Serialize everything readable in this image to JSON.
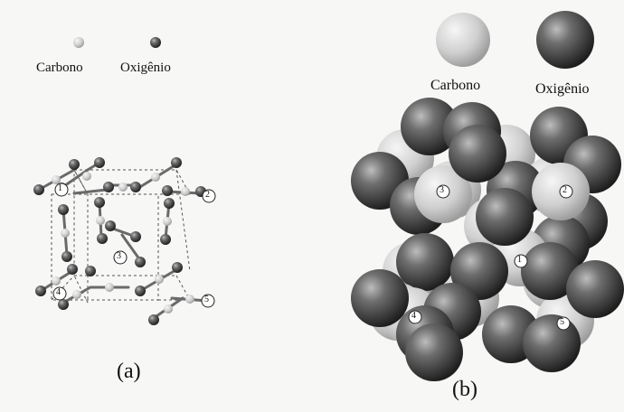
{
  "panel_a": {
    "legend": {
      "carbon": "Carbono",
      "oxygen": "Oxigênio"
    },
    "markers": [
      "1",
      "2",
      "3",
      "4",
      "5"
    ],
    "caption": "(a)"
  },
  "panel_b": {
    "legend": {
      "carbon": "Carbono",
      "oxygen": "Oxigênio"
    },
    "markers": [
      "1",
      "2",
      "3",
      "4",
      "5"
    ],
    "caption": "(b)"
  },
  "colors": {
    "carbon": "#c9c9c9",
    "oxygen": "#4a4a4a",
    "bond": "#6a6a6a",
    "cell_edge": "#555555"
  }
}
